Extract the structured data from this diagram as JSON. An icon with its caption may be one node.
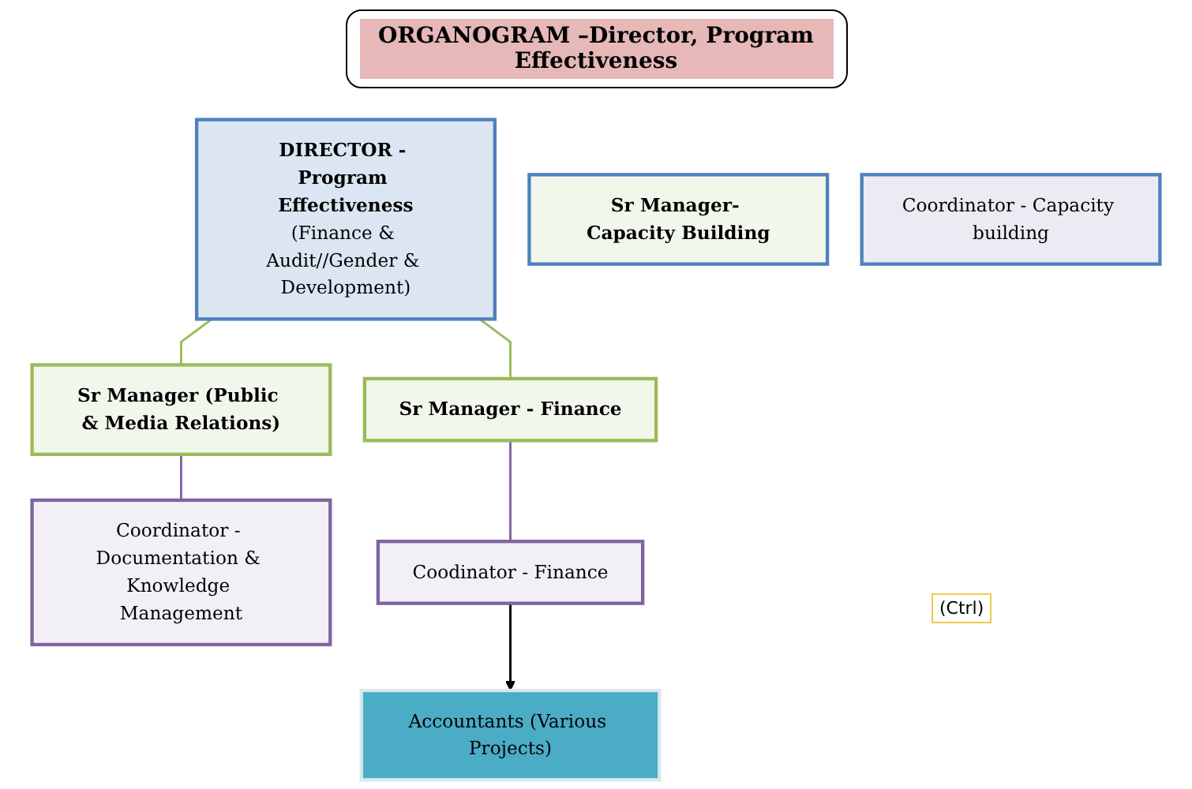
{
  "diagram": {
    "title": "ORGANOGRAM –Director, Program Effectiveness",
    "nodes": [
      {
        "text": [
          "DIRECTOR - Program Effectiveness",
          "(Finance & Audit//Gender & Development)"
        ]
      },
      {
        "text": [
          "Sr Manager (Public & Media Relations)"
        ]
      },
      {
        "text": [
          "Sr Manager - Finance"
        ]
      },
      {
        "text": [
          "Sr Manager- Capacity Building"
        ]
      },
      {
        "text": [
          "Coordinator - Documentation & Knowledge Management"
        ]
      },
      {
        "text": [
          "Coodinator - Finance"
        ]
      },
      {
        "text": [
          "Coordinator - Capacity building"
        ]
      },
      {
        "text": [
          "Accountants (Various Projects)"
        ]
      }
    ],
    "edges": [
      {
        "from": 0,
        "to": 1,
        "arrow": "none"
      },
      {
        "from": 0,
        "to": 2,
        "arrow": "none"
      },
      {
        "from": 1,
        "to": 4,
        "arrow": "none",
        "color": "#8064a2"
      },
      {
        "from": 2,
        "to": 5,
        "arrow": "none",
        "color": "#8064a2"
      },
      {
        "from": 5,
        "to": 7,
        "arrow": "to",
        "color": "#000000"
      }
    ],
    "labels": [
      "(Ctrl)"
    ]
  }
}
